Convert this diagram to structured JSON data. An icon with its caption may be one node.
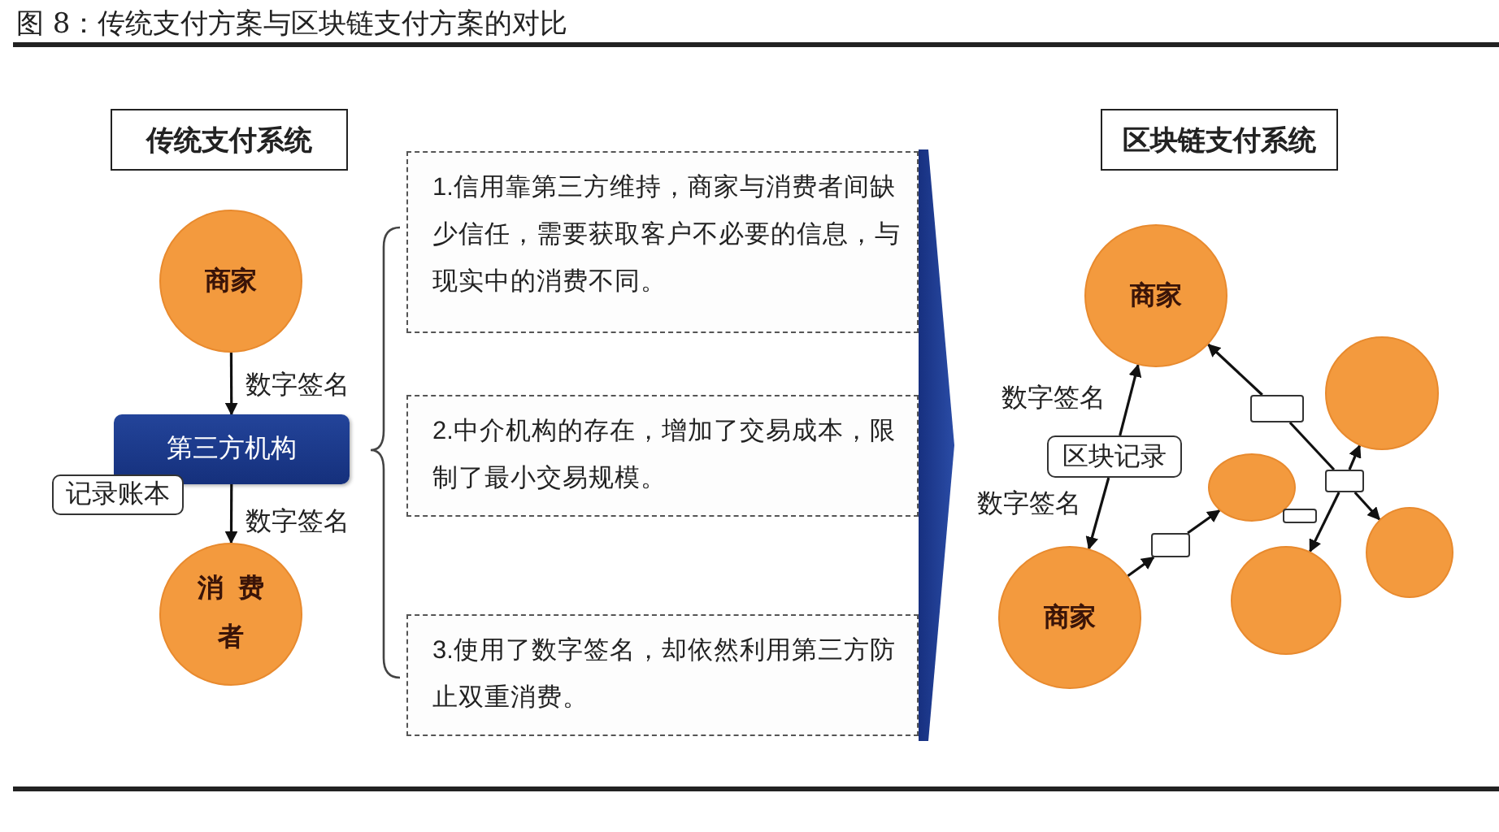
{
  "diagram": {
    "title": "图 8：传统支付方案与区块链支付方案的对比",
    "nodes": [
      {
        "text": [
          "传统支付系统"
        ]
      },
      {
        "text": [
          "商家"
        ]
      },
      {
        "text": [
          "第三方机构"
        ]
      },
      {
        "text": [
          "记录账本"
        ]
      },
      {
        "text": [
          "消费者"
        ]
      },
      {
        "text": [
          "1.信用靠第三方维持，商家与消费者间缺少信任，需要获取客户不必要的信息，与现实中的消费不同。"
        ]
      },
      {
        "text": [
          "2.中介机构的存在，增加了交易成本，限制了最小交易规模。"
        ]
      },
      {
        "text": [
          "3.使用了数字签名，却依然利用第三方防止双重消费。"
        ]
      },
      {
        "text": [],
        "shape": "wedge"
      },
      {
        "text": [
          "区块链支付系统"
        ]
      },
      {
        "text": [
          "商家"
        ]
      },
      {
        "text": [
          "区块记录"
        ]
      },
      {
        "text": [
          "商家"
        ]
      },
      {
        "text": [],
        "shape": "circle"
      },
      {
        "text": [],
        "shape": "circle"
      },
      {
        "text": [],
        "shape": "circle"
      },
      {
        "text": [],
        "shape": "circle"
      },
      {
        "text": [],
        "shape": "box"
      },
      {
        "text": [],
        "shape": "box"
      },
      {
        "text": [],
        "shape": "box"
      },
      {
        "text": [],
        "shape": "box"
      }
    ],
    "edges": [
      {
        "from": 1,
        "to": 2,
        "arrow": "to",
        "label": "数字签名"
      },
      {
        "from": 2,
        "to": 4,
        "arrow": "to",
        "label": "数字签名"
      },
      {
        "from": 11,
        "to": 10,
        "arrow": "to",
        "label": "数字签名"
      },
      {
        "from": 11,
        "to": 12,
        "arrow": "to",
        "label": "数字签名"
      },
      {
        "from": 17,
        "to": 10,
        "arrow": "to"
      },
      {
        "from": 17,
        "to": 18,
        "arrow": "none"
      },
      {
        "from": 18,
        "to": 13,
        "arrow": "to"
      },
      {
        "from": 18,
        "to": 15,
        "arrow": "to"
      },
      {
        "from": 18,
        "to": 16,
        "arrow": "to"
      },
      {
        "from": 12,
        "to": 20,
        "arrow": "to"
      },
      {
        "from": 20,
        "to": 14,
        "arrow": "to"
      }
    ]
  }
}
